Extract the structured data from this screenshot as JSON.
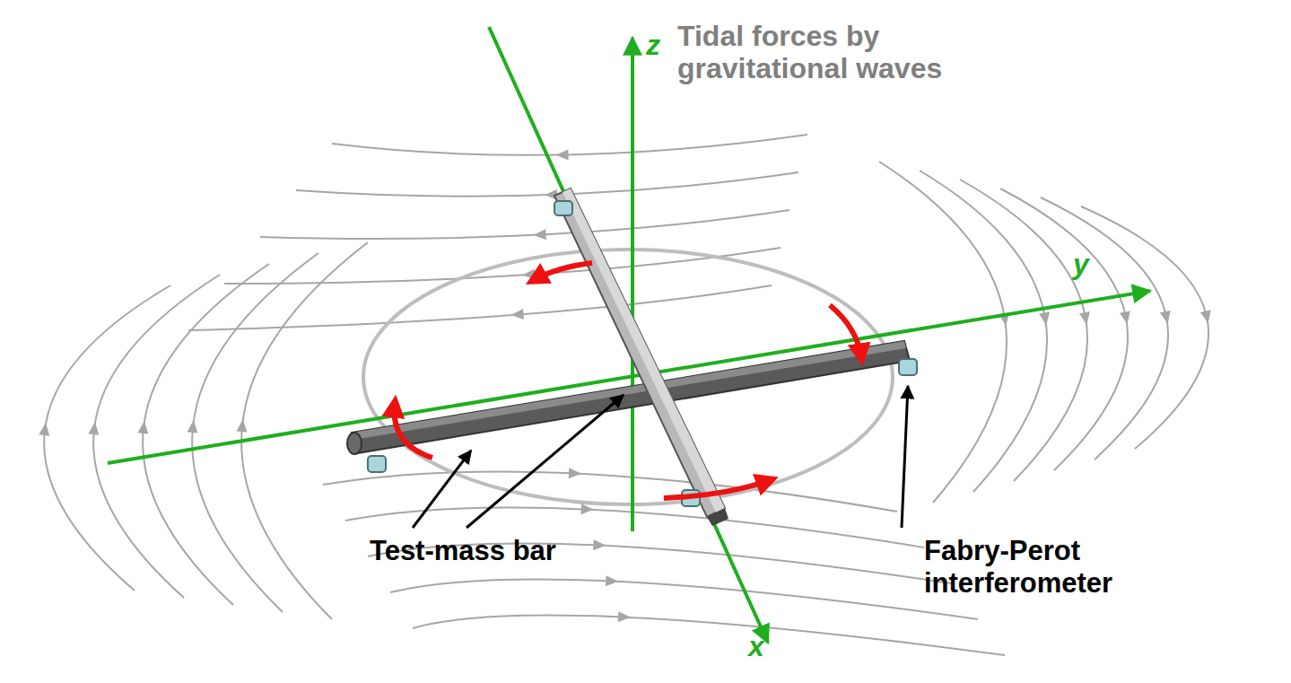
{
  "diagram": {
    "labels": [
      "z",
      "Tidal forces by gravitational waves",
      "y",
      "Test-mass bar",
      "Fabry-Perot interferometer",
      "x"
    ]
  }
}
